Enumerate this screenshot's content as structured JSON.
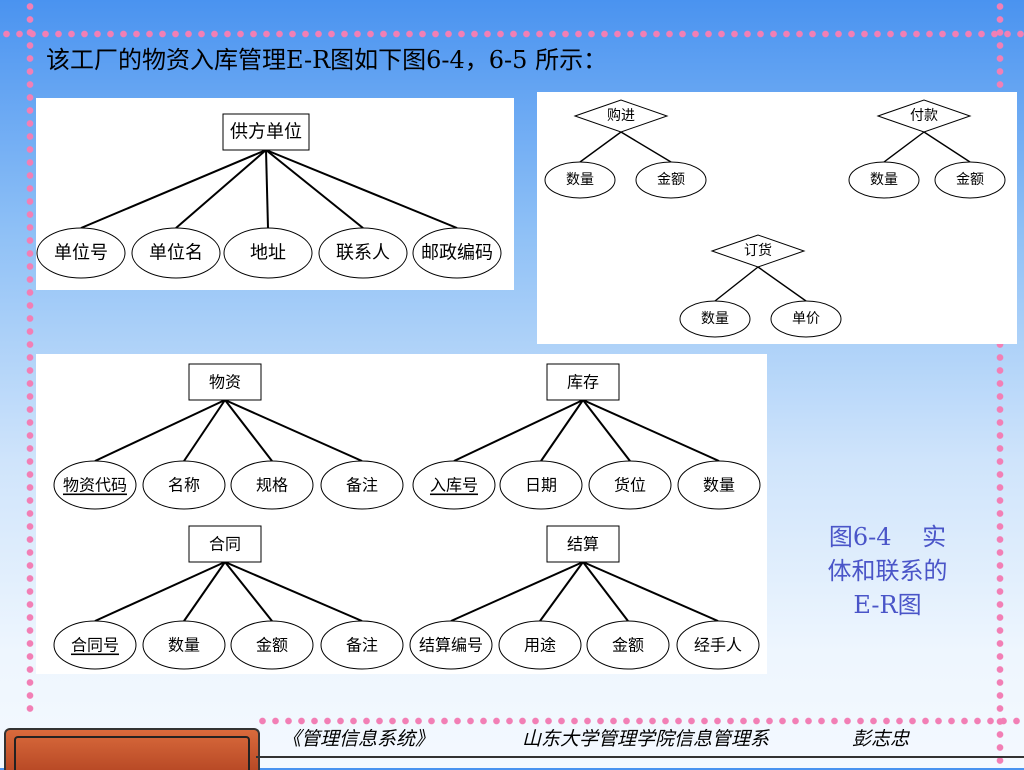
{
  "title": "该工厂的物资入库管理E-R图如下图6-4，6-5 所示：",
  "caption": {
    "line1": "图6-4    实",
    "line2": "体和联系的",
    "line3": "E-R图"
  },
  "footer": {
    "book": "《管理信息系统》",
    "institution": "山东大学管理学院信息管理系",
    "author": "彭志忠"
  },
  "colors": {
    "dots": "#f27fb5",
    "caption": "#4a55c8",
    "bg_top": "#4a93f0",
    "footer_tab": "#d96a3c"
  },
  "diagrams": {
    "supplier": {
      "entity": "供方单位",
      "attributes": [
        "单位号",
        "单位名",
        "地址",
        "联系人",
        "邮政编码"
      ]
    },
    "relations": [
      {
        "name": "购进",
        "attributes": [
          "数量",
          "金额"
        ]
      },
      {
        "name": "付款",
        "attributes": [
          "数量",
          "金额"
        ]
      },
      {
        "name": "订货",
        "attributes": [
          "数量",
          "单价"
        ]
      }
    ],
    "entities": [
      {
        "name": "物资",
        "attributes": [
          "物资代码",
          "名称",
          "规格",
          "备注"
        ],
        "key_index": 0
      },
      {
        "name": "库存",
        "attributes": [
          "入库号",
          "日期",
          "货位",
          "数量"
        ],
        "key_index": 0
      },
      {
        "name": "合同",
        "attributes": [
          "合同号",
          "数量",
          "金额",
          "备注"
        ],
        "key_index": 0
      },
      {
        "name": "结算",
        "attributes": [
          "结算编号",
          "用途",
          "金额",
          "经手人"
        ],
        "key_index": -1
      }
    ]
  }
}
